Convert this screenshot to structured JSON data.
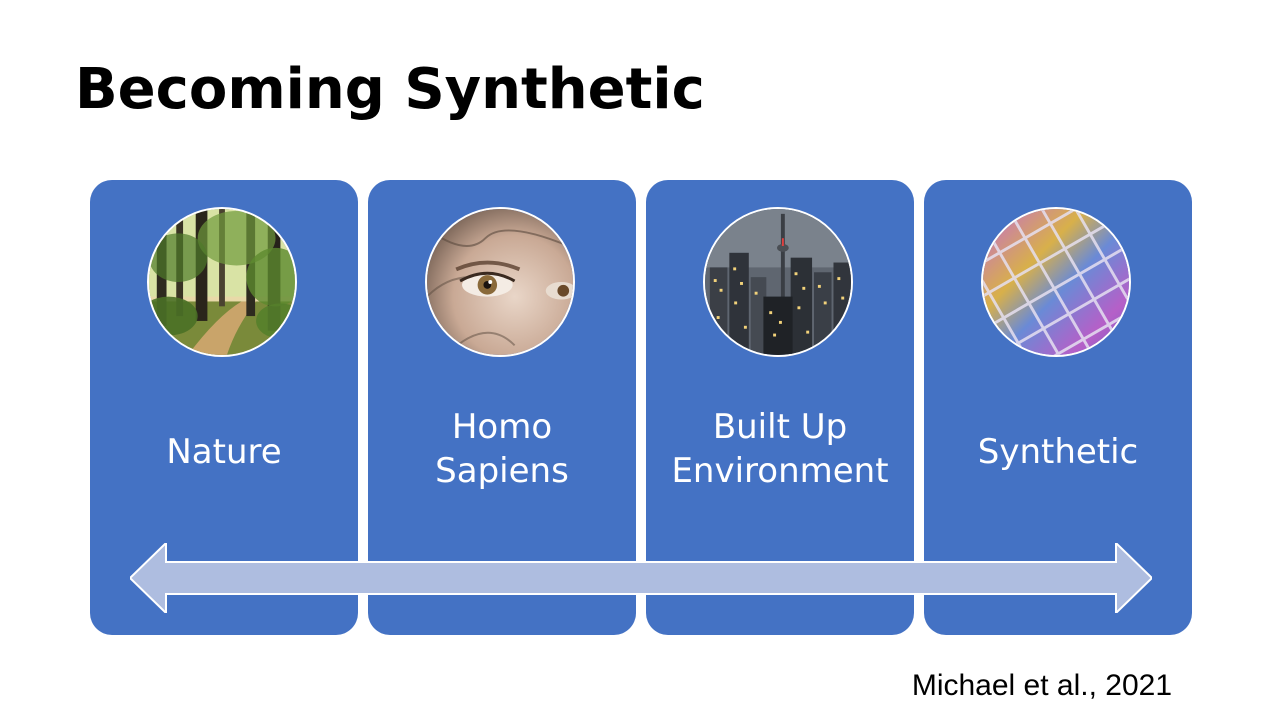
{
  "slide": {
    "title": "Becoming Synthetic",
    "citation": "Michael et al., 2021",
    "cards": [
      {
        "label": "Nature",
        "image": "forest-photo"
      },
      {
        "label": "Homo\nSapiens",
        "image": "human-eye-photo"
      },
      {
        "label": "Built Up\nEnvironment",
        "image": "city-skyline-photo"
      },
      {
        "label": "Synthetic",
        "image": "silicon-wafer-photo"
      }
    ]
  },
  "colors": {
    "card_fill": "#4472c4",
    "arrow_fill": "#aebde0",
    "title_text": "#000000",
    "label_text": "#ffffff"
  }
}
